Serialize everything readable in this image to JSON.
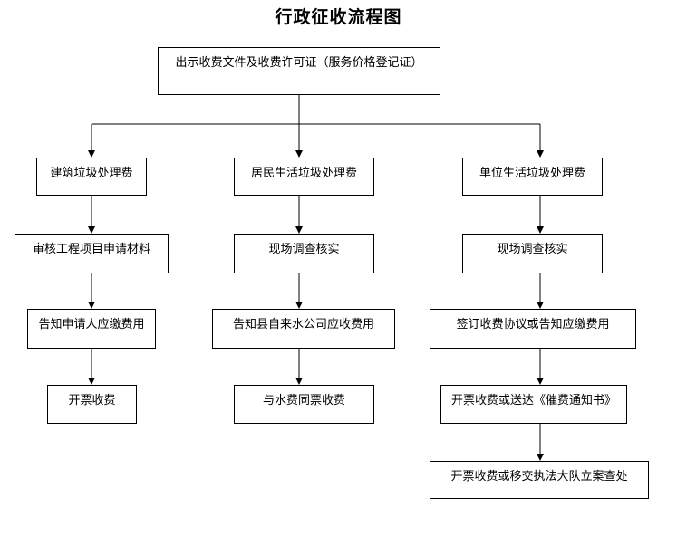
{
  "title": "行政征收流程图",
  "root": "出示收费文件及收费许可证（服务价格登记证）",
  "branches": [
    {
      "category": "建筑垃圾处理费",
      "steps": [
        "审核工程项目申请材料",
        "告知申请人应缴费用",
        "开票收费"
      ]
    },
    {
      "category": "居民生活垃圾处理费",
      "steps": [
        "现场调查核实",
        "告知县自来水公司应收费用",
        "与水费同票收费"
      ]
    },
    {
      "category": "单位生活垃圾处理费",
      "steps": [
        "现场调查核实",
        "签订收费协议或告知应缴费用",
        "开票收费或送达《催费通知书》",
        "开票收费或移交执法大队立案查处"
      ]
    }
  ]
}
